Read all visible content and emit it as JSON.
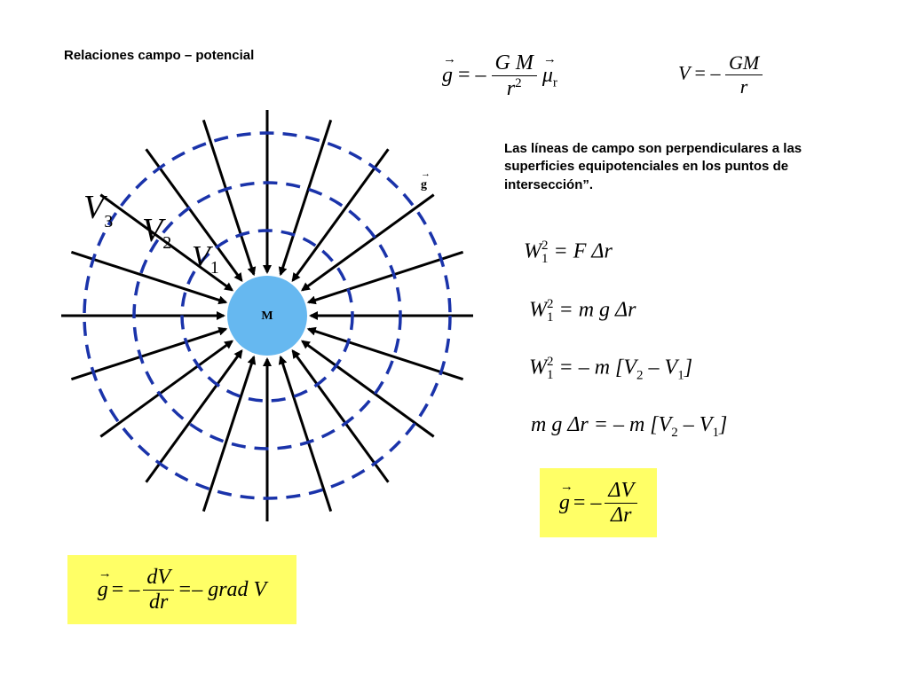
{
  "title": "Relaciones campo – potencial",
  "note": "Las líneas de campo son perpendiculares a las superficies equipotenciales en los puntos de intersección”.",
  "diagram": {
    "mass_label": "M",
    "field_label": "g",
    "equipotential_labels": [
      {
        "name": "V",
        "sub": "3"
      },
      {
        "name": "V",
        "sub": "2"
      },
      {
        "name": "V",
        "sub": "1"
      }
    ],
    "colors": {
      "mass": "#66b8f0",
      "equipotential": "#1a33aa",
      "field_lines": "#000000",
      "highlight": "#ffff66"
    }
  },
  "eq_g": {
    "lhs": "g",
    "eq": "=",
    "minus": "–",
    "num": "G M",
    "den": "r",
    "den_exp": "2",
    "unit": "μ",
    "unit_sub": "r"
  },
  "eq_v": {
    "lhs": "V",
    "eq": "= –",
    "num": "GM",
    "den": "r"
  },
  "work1": {
    "w": "W",
    "sup": "2",
    "sub": "1",
    "rhs": "= F Δr"
  },
  "work2": {
    "w": "W",
    "sup": "2",
    "sub": "1",
    "rhs": "= m g  Δr"
  },
  "work3": {
    "w": "W",
    "sup": "2",
    "sub": "1",
    "rhs_a": "= – m [V",
    "sub_a": "2",
    "rhs_b": " – V",
    "sub_b": "1",
    "rhs_c": "]"
  },
  "work4": {
    "lhs": "m g  Δr = – m [V",
    "sub_a": "2",
    "rhs_b": " – V",
    "sub_b": "1",
    "rhs_c": "]"
  },
  "box1": {
    "lhs": "g",
    "eq": "= –",
    "num": "ΔV",
    "den": "Δr"
  },
  "box2": {
    "lhs": "g",
    "eq": "= –",
    "num": "dV",
    "den": "dr",
    "rhs": "=– grad V"
  }
}
